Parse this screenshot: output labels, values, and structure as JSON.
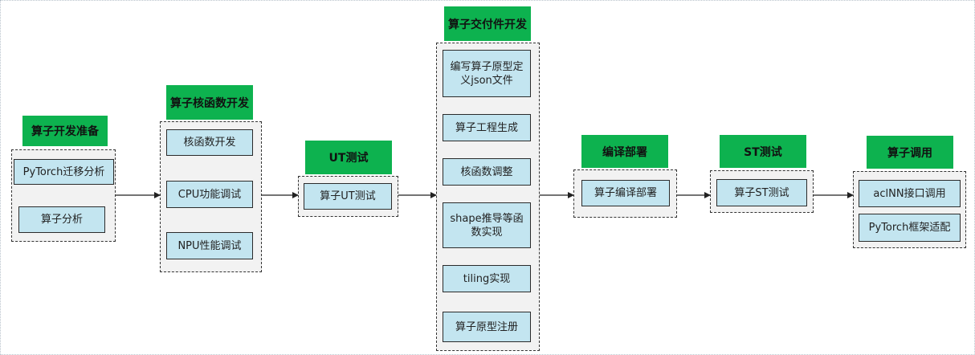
{
  "stages": [
    {
      "header": "算子开发准备",
      "items": [
        "PyTorch迁移分析",
        "算子分析"
      ]
    },
    {
      "header": "算子核函数开发",
      "items": [
        "核函数开发",
        "CPU功能调试",
        "NPU性能调试"
      ]
    },
    {
      "header": "UT测试",
      "items": [
        "算子UT测试"
      ]
    },
    {
      "header": "算子交付件开发",
      "items": [
        "编写算子原型定义json文件",
        "算子工程生成",
        "核函数调整",
        "shape推导等函数实现",
        "tiling实现",
        "算子原型注册"
      ]
    },
    {
      "header": "编译部署",
      "items": [
        "算子编译部署"
      ]
    },
    {
      "header": "ST测试",
      "items": [
        "算子ST测试"
      ]
    },
    {
      "header": "算子调用",
      "items": [
        "aclNN接口调用",
        "PyTorch框架适配"
      ]
    }
  ],
  "colors": {
    "header_bg": "#0db24f",
    "box_bg": "#c3e5f0",
    "group_bg": "#f2f2f2",
    "arrow": "#222222"
  }
}
